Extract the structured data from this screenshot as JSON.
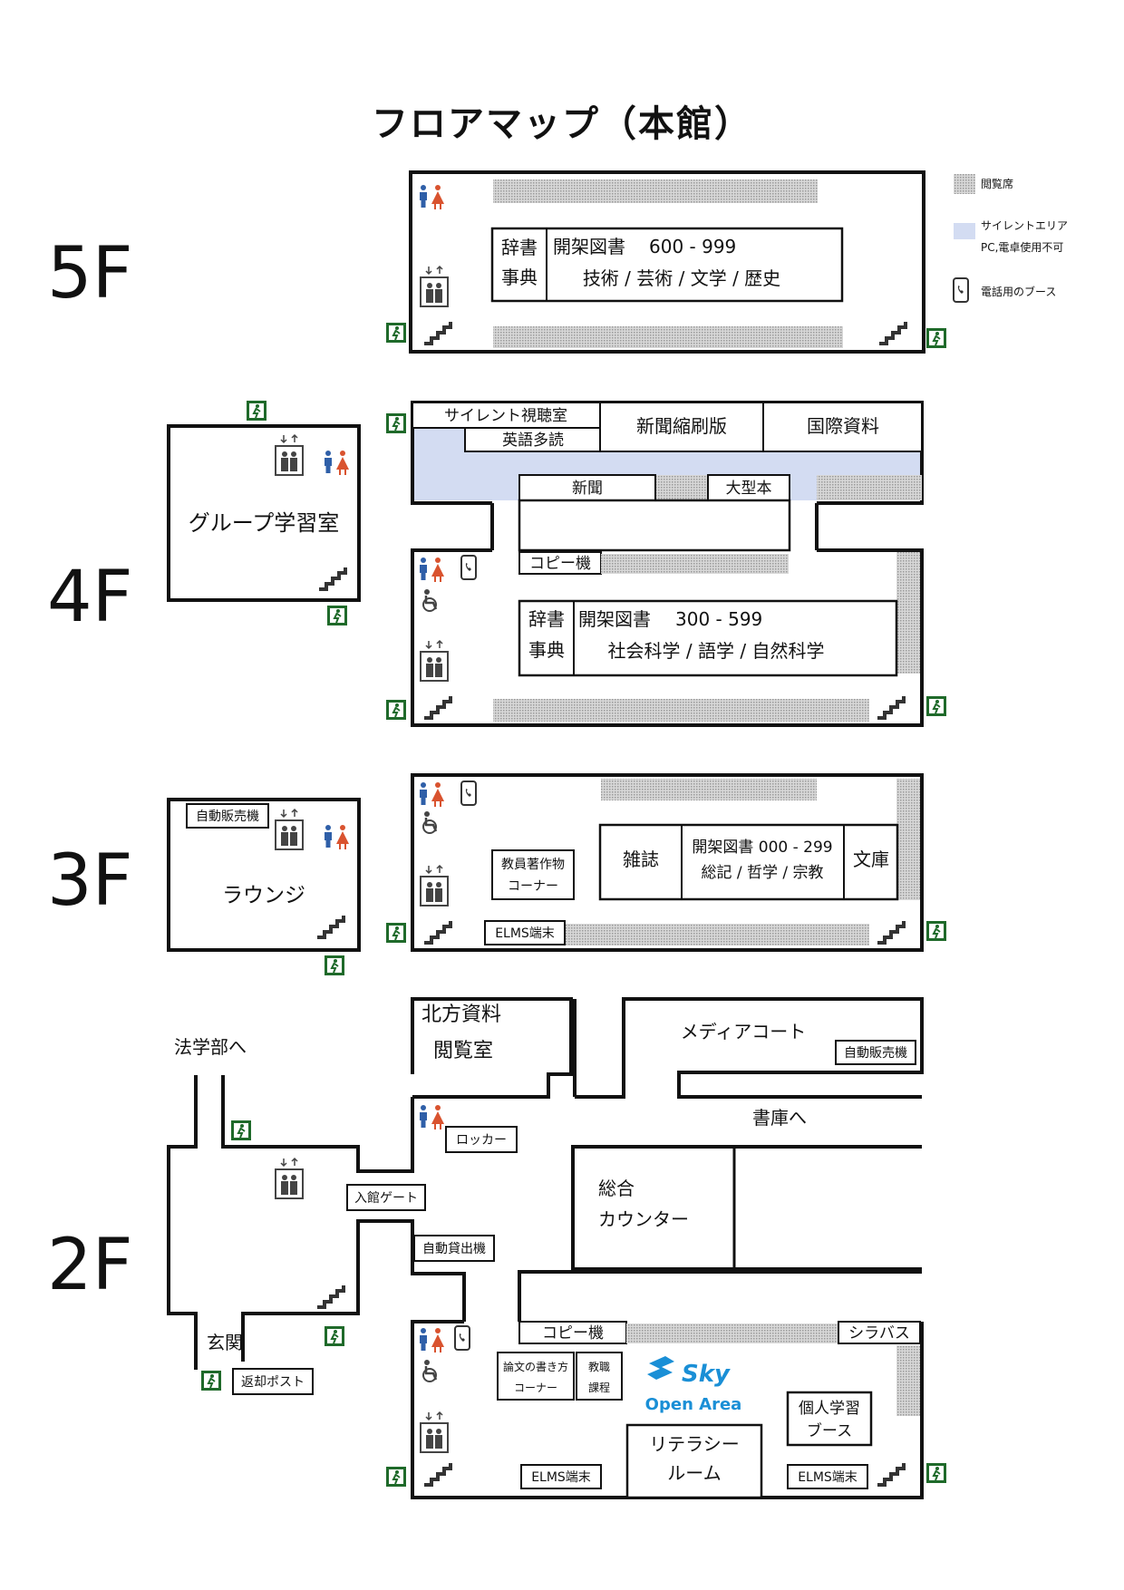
{
  "title": "フロアマップ（本館）",
  "legend": {
    "reading": "閲覧席",
    "silent": "サイレントエリア",
    "silent_note": "PC,電卓使用不可",
    "phone": "電話用のブース"
  },
  "floors": {
    "f5": {
      "label": "5F",
      "dict": "辞書",
      "encyc": "事典",
      "stacks": "開架図書",
      "range": "600 - 999",
      "subjects": "技術 / 芸術 / 文学 / 歴史"
    },
    "f4": {
      "label": "4F",
      "group_study": "グループ学習室",
      "av_room": "サイレント視聴室",
      "english": "英語多読",
      "news_reduced": "新聞縮刷版",
      "intl": "国際資料",
      "newspaper": "新聞",
      "large_books": "大型本",
      "copier": "コピー機",
      "dict": "辞書",
      "encyc": "事典",
      "stacks": "開架図書",
      "range": "300 - 599",
      "subjects": "社会科学 / 語学 / 自然科学"
    },
    "f3": {
      "label": "3F",
      "vending": "自動販売機",
      "lounge": "ラウンジ",
      "faculty_1": "教員著作物",
      "faculty_2": "コーナー",
      "magazines": "雑誌",
      "stacks_range": "開架図書 000 - 299",
      "subjects": "総記 / 哲学 / 宗教",
      "bunko": "文庫",
      "elms": "ELMS端末"
    },
    "f2": {
      "label": "2F",
      "law": "法学部へ",
      "north_1": "北方資料",
      "north_2": "閲覧室",
      "media": "メディアコート",
      "vending": "自動販売機",
      "archive": "書庫へ",
      "locker": "ロッカー",
      "gate": "入館ゲート",
      "self_checkout": "自動貸出機",
      "counter_1": "総合",
      "counter_2": "カウンター",
      "entrance": "玄関",
      "return_post": "返却ポスト",
      "copier": "コピー機",
      "syllabus": "シラバス",
      "thesis_1": "論文の書き方",
      "thesis_2": "コーナー",
      "teacher_1": "教職",
      "teacher_2": "課程",
      "sky": "Sky",
      "open_area": "Open Area",
      "study_booth_1": "個人学習",
      "study_booth_2": "ブース",
      "elms_1": "ELMS端末",
      "elms_2": "ELMS端末",
      "literacy_1": "リテラシー",
      "literacy_2": "ルーム"
    }
  },
  "colors": {
    "male": "#2f5fa8",
    "female": "#d9532f",
    "silent": "#d3dcf2",
    "exit": "#1f6a2a",
    "sky": "#1a8fd6"
  },
  "icons": [
    "restroom-icon",
    "elevator-icon",
    "stairs-icon",
    "emergency-exit-icon",
    "phone-booth-icon",
    "wheelchair-icon",
    "sky-logo"
  ]
}
